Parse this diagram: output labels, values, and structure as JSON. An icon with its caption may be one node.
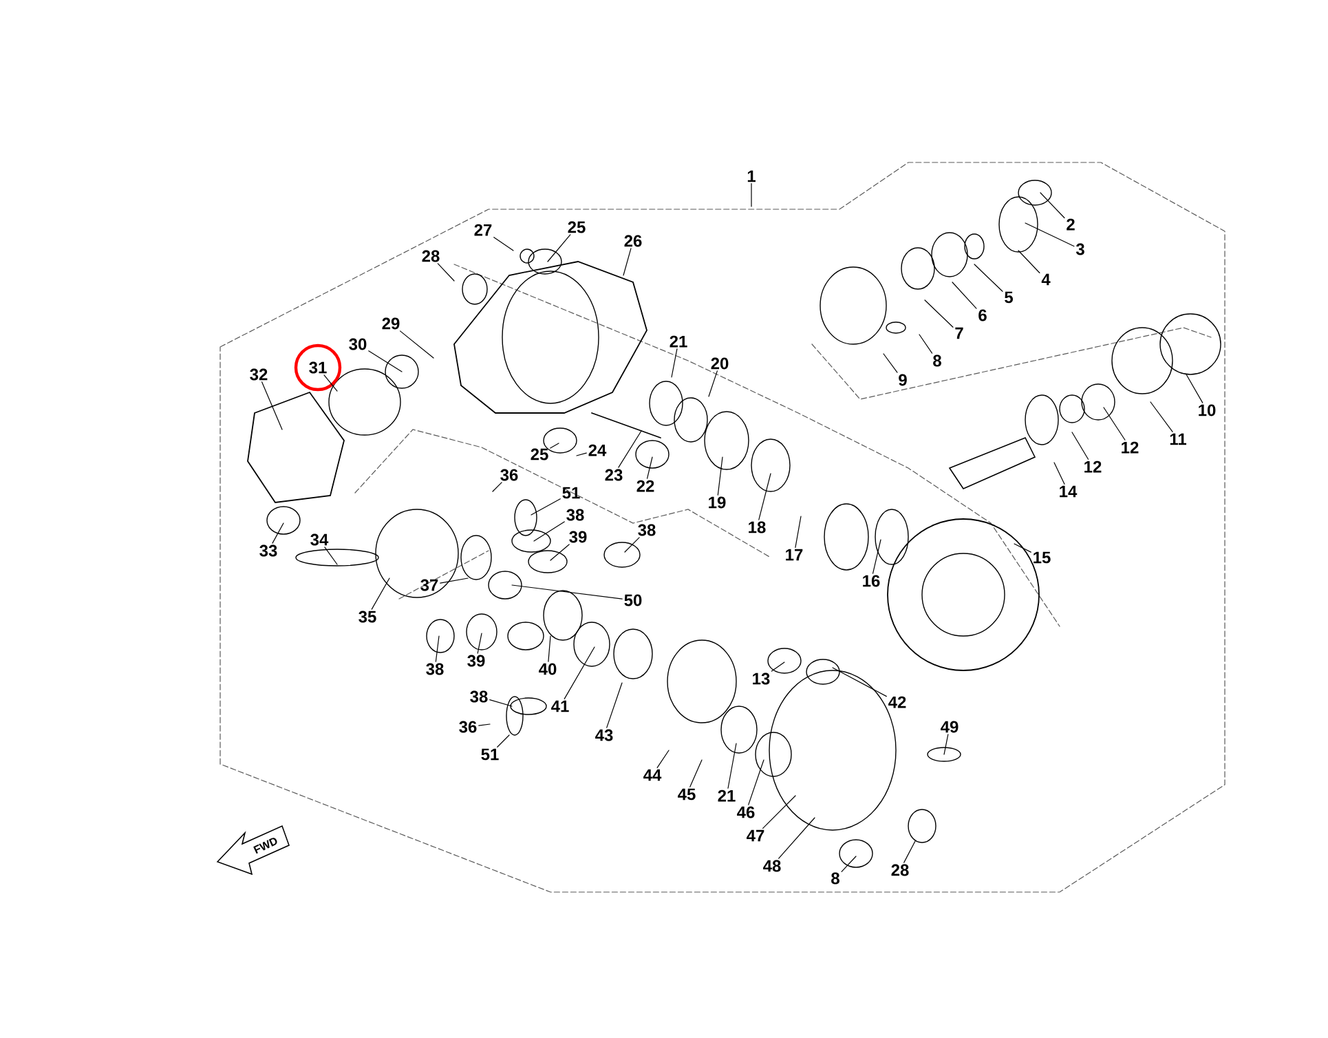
{
  "diagram": {
    "nodes": [
      {
        "text": [
          "1"
        ]
      },
      {
        "text": [
          "2"
        ]
      },
      {
        "text": [
          "3"
        ]
      },
      {
        "text": [
          "4"
        ]
      },
      {
        "text": [
          "5"
        ]
      },
      {
        "text": [
          "6"
        ]
      },
      {
        "text": [
          "7"
        ]
      },
      {
        "text": [
          "8"
        ]
      },
      {
        "text": [
          "9"
        ]
      },
      {
        "text": [
          "10"
        ]
      },
      {
        "text": [
          "11"
        ]
      },
      {
        "text": [
          "12"
        ]
      },
      {
        "text": [
          "12"
        ]
      },
      {
        "text": [
          "14"
        ]
      },
      {
        "text": [
          "15"
        ]
      },
      {
        "text": [
          "16"
        ]
      },
      {
        "text": [
          "17"
        ]
      },
      {
        "text": [
          "18"
        ]
      },
      {
        "text": [
          "19"
        ]
      },
      {
        "text": [
          "20"
        ]
      },
      {
        "text": [
          "21"
        ]
      },
      {
        "text": [
          "22"
        ]
      },
      {
        "text": [
          "23"
        ]
      },
      {
        "text": [
          "24"
        ]
      },
      {
        "text": [
          "25"
        ]
      },
      {
        "text": [
          "25"
        ]
      },
      {
        "text": [
          "26"
        ]
      },
      {
        "text": [
          "27"
        ]
      },
      {
        "text": [
          "28"
        ]
      },
      {
        "text": [
          "29"
        ]
      },
      {
        "text": [
          "30"
        ]
      },
      {
        "text": [
          "31"
        ]
      },
      {
        "text": [
          "32"
        ]
      },
      {
        "text": [
          "33"
        ]
      },
      {
        "text": [
          "34"
        ]
      },
      {
        "text": [
          "35"
        ]
      },
      {
        "text": [
          "36"
        ]
      },
      {
        "text": [
          "51"
        ]
      },
      {
        "text": [
          "38"
        ]
      },
      {
        "text": [
          "39"
        ]
      },
      {
        "text": [
          "38"
        ]
      },
      {
        "text": [
          "50"
        ]
      },
      {
        "text": [
          "37"
        ]
      },
      {
        "text": [
          "38"
        ]
      },
      {
        "text": [
          "39"
        ]
      },
      {
        "text": [
          "40"
        ]
      },
      {
        "text": [
          "38"
        ]
      },
      {
        "text": [
          "41"
        ]
      },
      {
        "text": [
          "36"
        ]
      },
      {
        "text": [
          "51"
        ]
      },
      {
        "text": [
          "43"
        ]
      },
      {
        "text": [
          "44"
        ]
      },
      {
        "text": [
          "45"
        ]
      },
      {
        "text": [
          "21"
        ]
      },
      {
        "text": [
          "46"
        ]
      },
      {
        "text": [
          "47"
        ]
      },
      {
        "text": [
          "48"
        ]
      },
      {
        "text": [
          "8"
        ]
      },
      {
        "text": [
          "28"
        ]
      },
      {
        "text": [
          "13"
        ]
      },
      {
        "text": [
          "42"
        ]
      },
      {
        "text": [
          "49"
        ]
      }
    ],
    "edges": [
      {
        "from": 0,
        "to": null,
        "arrow": "none"
      },
      {
        "from": 1,
        "to": null,
        "arrow": "none"
      },
      {
        "from": 2,
        "to": null,
        "arrow": "none"
      },
      {
        "from": 3,
        "to": null,
        "arrow": "none"
      },
      {
        "from": 4,
        "to": null,
        "arrow": "none"
      },
      {
        "from": 5,
        "to": null,
        "arrow": "none"
      },
      {
        "from": 6,
        "to": null,
        "arrow": "none"
      },
      {
        "from": 7,
        "to": null,
        "arrow": "none"
      },
      {
        "from": 8,
        "to": null,
        "arrow": "none"
      },
      {
        "from": 9,
        "to": null,
        "arrow": "none"
      },
      {
        "from": 10,
        "to": null,
        "arrow": "none"
      },
      {
        "from": 11,
        "to": null,
        "arrow": "none"
      },
      {
        "from": 12,
        "to": null,
        "arrow": "none"
      },
      {
        "from": 13,
        "to": null,
        "arrow": "none"
      },
      {
        "from": 14,
        "to": null,
        "arrow": "none"
      },
      {
        "from": 15,
        "to": null,
        "arrow": "none"
      },
      {
        "from": 16,
        "to": null,
        "arrow": "none"
      },
      {
        "from": 17,
        "to": null,
        "arrow": "none"
      },
      {
        "from": 18,
        "to": null,
        "arrow": "none"
      },
      {
        "from": 19,
        "to": null,
        "arrow": "none"
      },
      {
        "from": 20,
        "to": null,
        "arrow": "none"
      },
      {
        "from": 21,
        "to": null,
        "arrow": "none"
      },
      {
        "from": 22,
        "to": null,
        "arrow": "none"
      },
      {
        "from": 23,
        "to": null,
        "arrow": "none"
      },
      {
        "from": 24,
        "to": null,
        "arrow": "none"
      },
      {
        "from": 25,
        "to": null,
        "arrow": "none"
      },
      {
        "from": 26,
        "to": null,
        "arrow": "none"
      },
      {
        "from": 27,
        "to": null,
        "arrow": "none"
      },
      {
        "from": 28,
        "to": null,
        "arrow": "none"
      },
      {
        "from": 29,
        "to": null,
        "arrow": "none"
      },
      {
        "from": 30,
        "to": null,
        "arrow": "none"
      },
      {
        "from": 31,
        "to": null,
        "arrow": "none"
      },
      {
        "from": 32,
        "to": null,
        "arrow": "none"
      },
      {
        "from": 33,
        "to": null,
        "arrow": "none"
      },
      {
        "from": 34,
        "to": null,
        "arrow": "none"
      },
      {
        "from": 35,
        "to": null,
        "arrow": "none"
      },
      {
        "from": 36,
        "to": null,
        "arrow": "none"
      },
      {
        "from": 37,
        "to": null,
        "arrow": "none"
      },
      {
        "from": 38,
        "to": null,
        "arrow": "none"
      },
      {
        "from": 39,
        "to": null,
        "arrow": "none"
      },
      {
        "from": 40,
        "to": null,
        "arrow": "none"
      },
      {
        "from": 41,
        "to": null,
        "arrow": "none"
      },
      {
        "from": 42,
        "to": null,
        "arrow": "none"
      },
      {
        "from": 43,
        "to": null,
        "arrow": "none"
      },
      {
        "from": 44,
        "to": null,
        "arrow": "none"
      },
      {
        "from": 45,
        "to": null,
        "arrow": "none"
      },
      {
        "from": 46,
        "to": null,
        "arrow": "none"
      },
      {
        "from": 47,
        "to": null,
        "arrow": "none"
      },
      {
        "from": 48,
        "to": null,
        "arrow": "none"
      },
      {
        "from": 49,
        "to": null,
        "arrow": "none"
      },
      {
        "from": 50,
        "to": null,
        "arrow": "none"
      },
      {
        "from": 51,
        "to": null,
        "arrow": "none"
      },
      {
        "from": 52,
        "to": null,
        "arrow": "none"
      },
      {
        "from": 53,
        "to": null,
        "arrow": "none"
      },
      {
        "from": 54,
        "to": null,
        "arrow": "none"
      },
      {
        "from": 55,
        "to": null,
        "arrow": "none"
      },
      {
        "from": 56,
        "to": null,
        "arrow": "none"
      },
      {
        "from": 57,
        "to": null,
        "arrow": "none"
      },
      {
        "from": 58,
        "to": null,
        "arrow": "none"
      },
      {
        "from": 59,
        "to": null,
        "arrow": "none"
      },
      {
        "from": 60,
        "to": null,
        "arrow": "none"
      },
      {
        "from": 61,
        "to": null,
        "arrow": "none"
      }
    ],
    "labels": [
      "FWD"
    ]
  }
}
